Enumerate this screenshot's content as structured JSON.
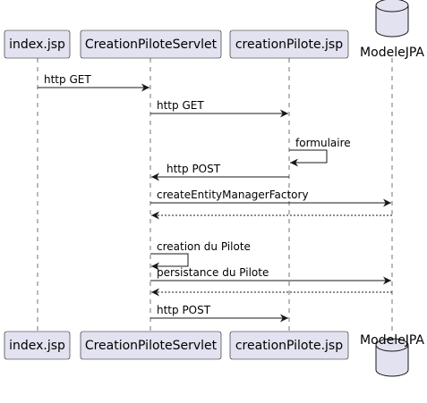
{
  "participants": [
    {
      "id": "index",
      "label": "index.jsp",
      "kind": "box"
    },
    {
      "id": "servlet",
      "label": "CreationPiloteServlet",
      "kind": "box"
    },
    {
      "id": "jsp",
      "label": "creationPilote.jsp",
      "kind": "box"
    },
    {
      "id": "jpa",
      "label": "ModeleJPA",
      "kind": "database"
    }
  ],
  "messages": [
    {
      "from": "index",
      "to": "servlet",
      "label": "http GET",
      "style": "solid"
    },
    {
      "from": "servlet",
      "to": "jsp",
      "label": "http GET",
      "style": "solid"
    },
    {
      "from": "jsp",
      "to": "jsp",
      "label": "formulaire",
      "style": "self"
    },
    {
      "from": "jsp",
      "to": "servlet",
      "label": "http POST",
      "style": "solid"
    },
    {
      "from": "servlet",
      "to": "jpa",
      "label": "createEntityManagerFactory",
      "style": "solid"
    },
    {
      "from": "jpa",
      "to": "servlet",
      "label": "",
      "style": "dashed"
    },
    {
      "from": "servlet",
      "to": "servlet",
      "label": "creation du Pilote",
      "style": "self"
    },
    {
      "from": "servlet",
      "to": "jpa",
      "label": "persistance du Pilote",
      "style": "solid"
    },
    {
      "from": "jpa",
      "to": "servlet",
      "label": "",
      "style": "dashed"
    },
    {
      "from": "servlet",
      "to": "jsp",
      "label": "http POST",
      "style": "solid"
    }
  ],
  "colors": {
    "participant_fill": "#E2E2F0",
    "participant_border": "#181818",
    "lifeline": "#181818",
    "arrow": "#181818"
  }
}
